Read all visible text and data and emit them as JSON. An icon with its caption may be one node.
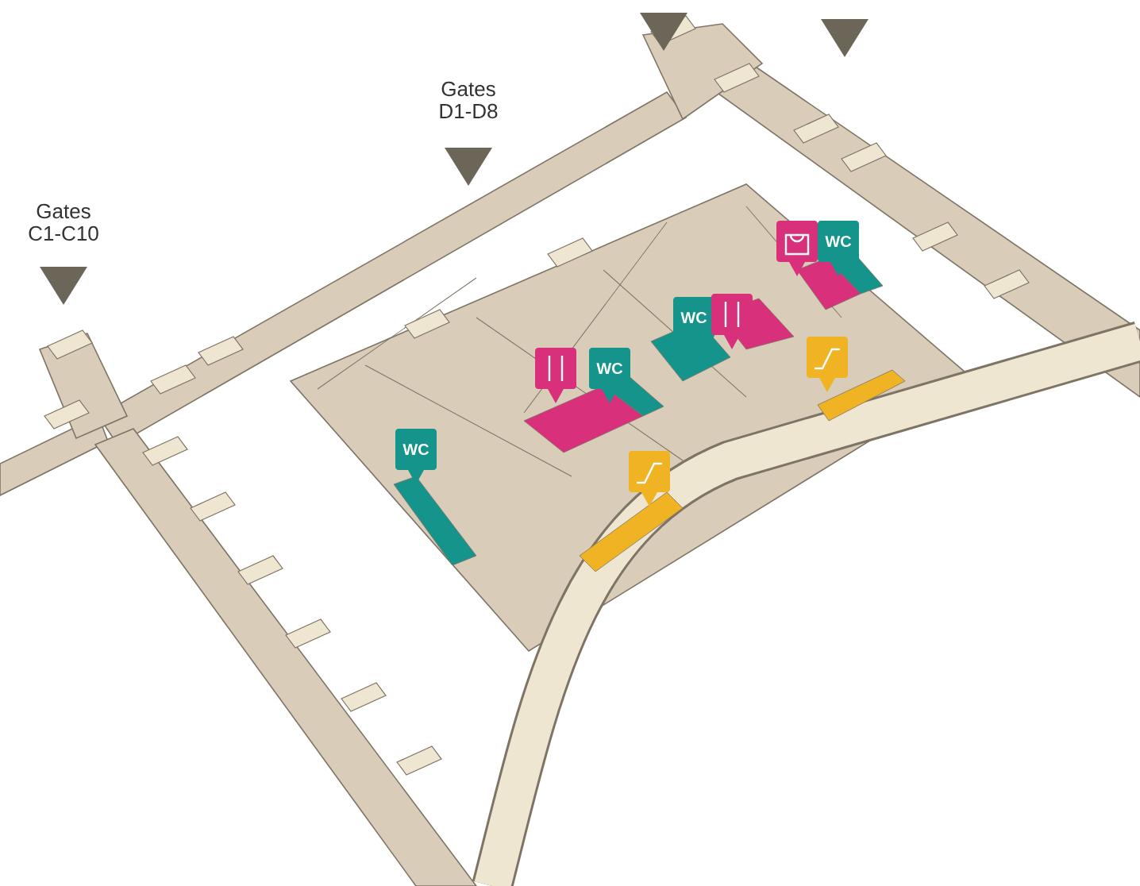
{
  "diagram": {
    "labels": [
      "Gates D1-D8",
      "Gates C1-C10",
      "WC",
      "WC",
      "WC",
      "WC"
    ]
  }
}
